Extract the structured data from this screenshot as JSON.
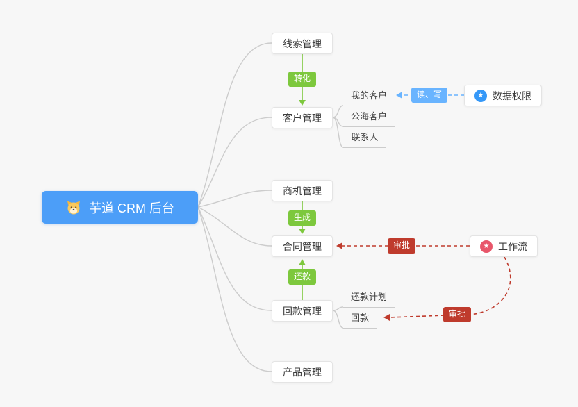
{
  "root": {
    "label": "芋道 CRM 后台"
  },
  "modules": {
    "leads": {
      "label": "线索管理"
    },
    "customers": {
      "label": "客户管理",
      "children": {
        "my": "我的客户",
        "public": "公海客户",
        "contacts": "联系人"
      }
    },
    "opportunities": {
      "label": "商机管理"
    },
    "contracts": {
      "label": "合同管理"
    },
    "receivables": {
      "label": "回款管理",
      "children": {
        "plan": "还款计划",
        "payment": "回款"
      }
    },
    "products": {
      "label": "产品管理"
    }
  },
  "external": {
    "data_permission": {
      "label": "数据权限"
    },
    "workflow": {
      "label": "工作流"
    }
  },
  "edge_labels": {
    "convert": "转化",
    "generate": "生成",
    "repay": "还款",
    "read_write": "读、写",
    "approve_contract": "审批",
    "approve_payment": "审批"
  },
  "icons": {
    "star": "★"
  },
  "colors": {
    "background": "#f7f7f7",
    "root_bg": "#4c9ef8",
    "green_badge": "#7dc83d",
    "blue_badge": "#69b4ff",
    "red_badge": "#bf3b2d",
    "tree_line": "#cccccc",
    "icon_blue": "#3598f8",
    "icon_red": "#e8566a",
    "node_border": "#e4e4e4",
    "node_text": "#3c3c3c"
  }
}
